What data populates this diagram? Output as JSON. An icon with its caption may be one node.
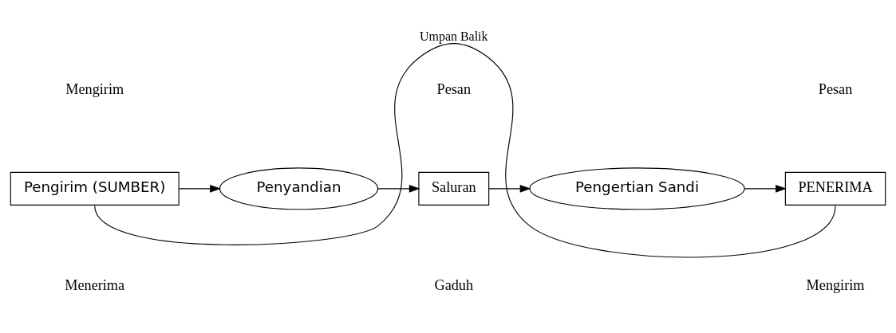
{
  "diagram": {
    "nodes": [
      {
        "text": [
          "Pengirim (SUMBER)"
        ]
      },
      {
        "text": [
          "Penyandian"
        ]
      },
      {
        "text": [
          "Saluran"
        ]
      },
      {
        "text": [
          "Pengertian Sandi"
        ]
      },
      {
        "text": [
          "PENERIMA"
        ]
      }
    ],
    "edges": [
      {
        "from": 0,
        "to": 1,
        "arrow": "to"
      },
      {
        "from": 1,
        "to": 2,
        "arrow": "to"
      },
      {
        "from": 2,
        "to": 3,
        "arrow": "to"
      },
      {
        "from": 3,
        "to": 4,
        "arrow": "to"
      },
      {
        "from": 4,
        "to": 0,
        "arrow": "none",
        "label": "Umpan Balik"
      }
    ],
    "labels": [
      "Mengirim",
      "Pesan",
      "Pesan",
      "Gaduh",
      "Menerima",
      "Mengirim"
    ]
  }
}
